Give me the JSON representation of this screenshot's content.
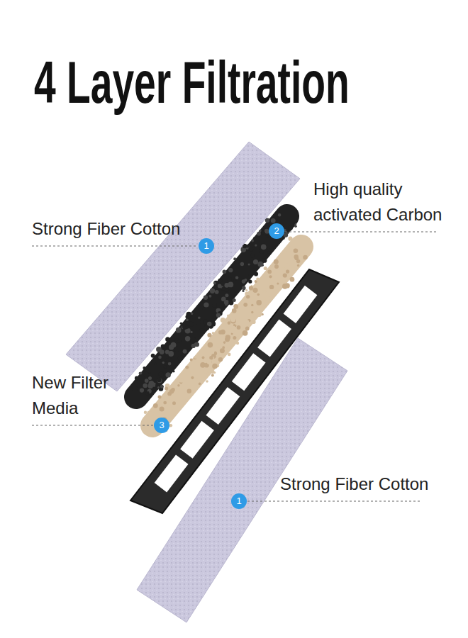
{
  "diagram": {
    "title": "4 Layer Filtration",
    "nodes": [
      {
        "text": [
          "2"
        ]
      },
      {
        "text": [
          "1"
        ]
      },
      {
        "text": [
          "3"
        ]
      },
      {
        "text": [
          "1"
        ]
      }
    ],
    "labels": [
      "Strong Fiber Cotton",
      "High quality activated Carbon",
      "New Filter Media",
      "Strong Fiber Cotton"
    ]
  }
}
